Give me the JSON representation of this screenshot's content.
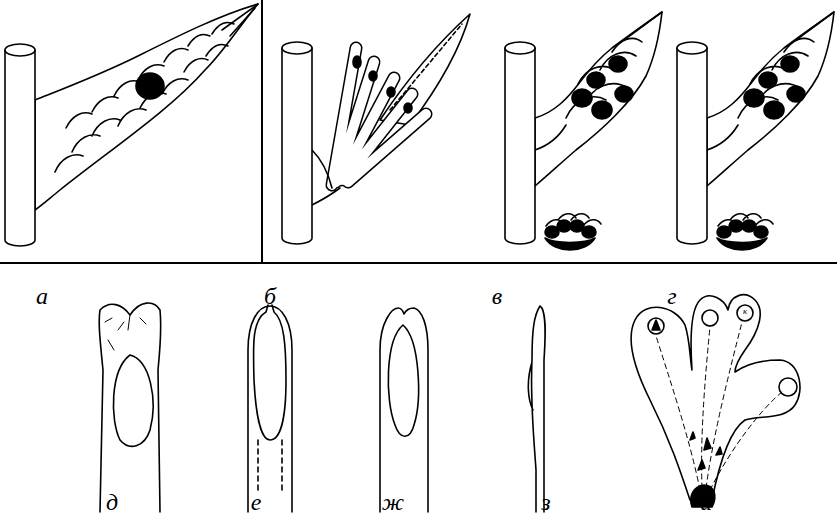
{
  "diagram": {
    "labels": [
      "а",
      "б",
      "в",
      "г",
      "д",
      "е",
      "ж",
      "з",
      "и",
      "к"
    ]
  }
}
